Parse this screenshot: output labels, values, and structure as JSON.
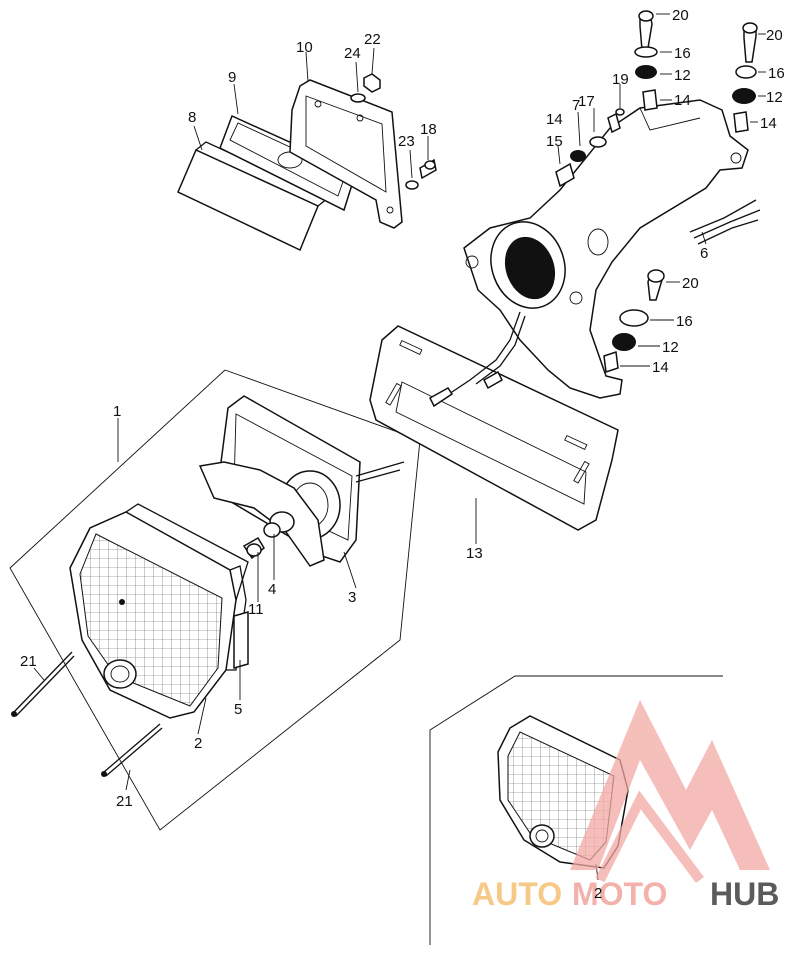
{
  "callouts": {
    "c1": "1",
    "c2a": "2",
    "c2b": "2",
    "c3": "3",
    "c4": "4",
    "c5": "5",
    "c6": "6",
    "c7": "7",
    "c8": "8",
    "c9": "9",
    "c10": "10",
    "c11": "11",
    "c12a": "12",
    "c12b": "12",
    "c12c": "12",
    "c13": "13",
    "c14a": "14",
    "c14b": "14",
    "c14c": "14",
    "c14d": "14",
    "c15": "15",
    "c16a": "16",
    "c16b": "16",
    "c16c": "16",
    "c17": "17",
    "c18": "18",
    "c19": "19",
    "c20a": "20",
    "c20b": "20",
    "c20c": "20",
    "c21a": "21",
    "c21b": "21",
    "c22": "22",
    "c23": "23",
    "c24": "24"
  },
  "watermark": {
    "text_a": "AUTO",
    "text_b": "MOTO",
    "text_c": "HUB",
    "color_primary": "#f2a9a3",
    "color_secondary": "#f6c47a",
    "color_dark": "#4a4a4a"
  }
}
